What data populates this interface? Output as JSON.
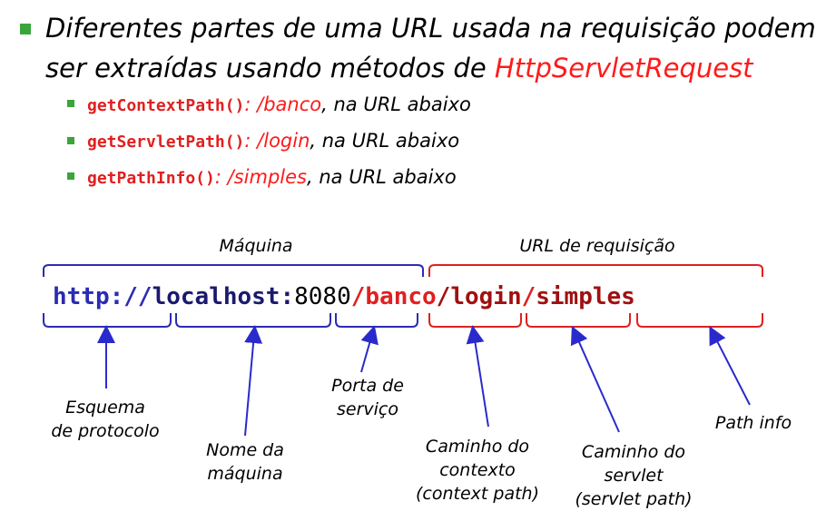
{
  "title": {
    "line1": "Diferentes partes de uma URL usada na requisição podem",
    "line2_prefix": "ser extraídas usando métodos de ",
    "line2_highlight": "HttpServletRequest"
  },
  "items": [
    {
      "code": "getContextPath()",
      "sep": ": ",
      "value": "/banco",
      "suffix": ", na URL abaixo"
    },
    {
      "code": "getServletPath()",
      "sep": ": ",
      "value": "/login",
      "suffix": ", na URL abaixo"
    },
    {
      "code": "getPathInfo()",
      "sep": ": ",
      "value": "/simples",
      "suffix": ", na URL abaixo"
    }
  ],
  "url": {
    "scheme": "http://",
    "host": "localhost",
    "colon": ":",
    "port": "8080",
    "context": "/banco",
    "servlet": "/login",
    "slash": "/",
    "pathinfo": "simples"
  },
  "top_labels": {
    "machine": "Máquina",
    "request": "URL de requisição"
  },
  "labels": {
    "scheme": [
      "Esquema",
      "de protocolo"
    ],
    "host": [
      "Nome da",
      "máquina"
    ],
    "port": [
      "Porta de",
      "serviço"
    ],
    "context": [
      "Caminho do",
      "contexto",
      "(context path)"
    ],
    "servlet": [
      "Caminho do",
      "servlet",
      "(servlet path)"
    ],
    "pathinfo": [
      "Path info"
    ]
  },
  "colors": {
    "bullet": "#3aa53a",
    "blue": "#2b2bb3",
    "navy": "#1a1a6e",
    "red": "#e02020",
    "darkred": "#a01010",
    "arrow": "#2a2acc"
  }
}
